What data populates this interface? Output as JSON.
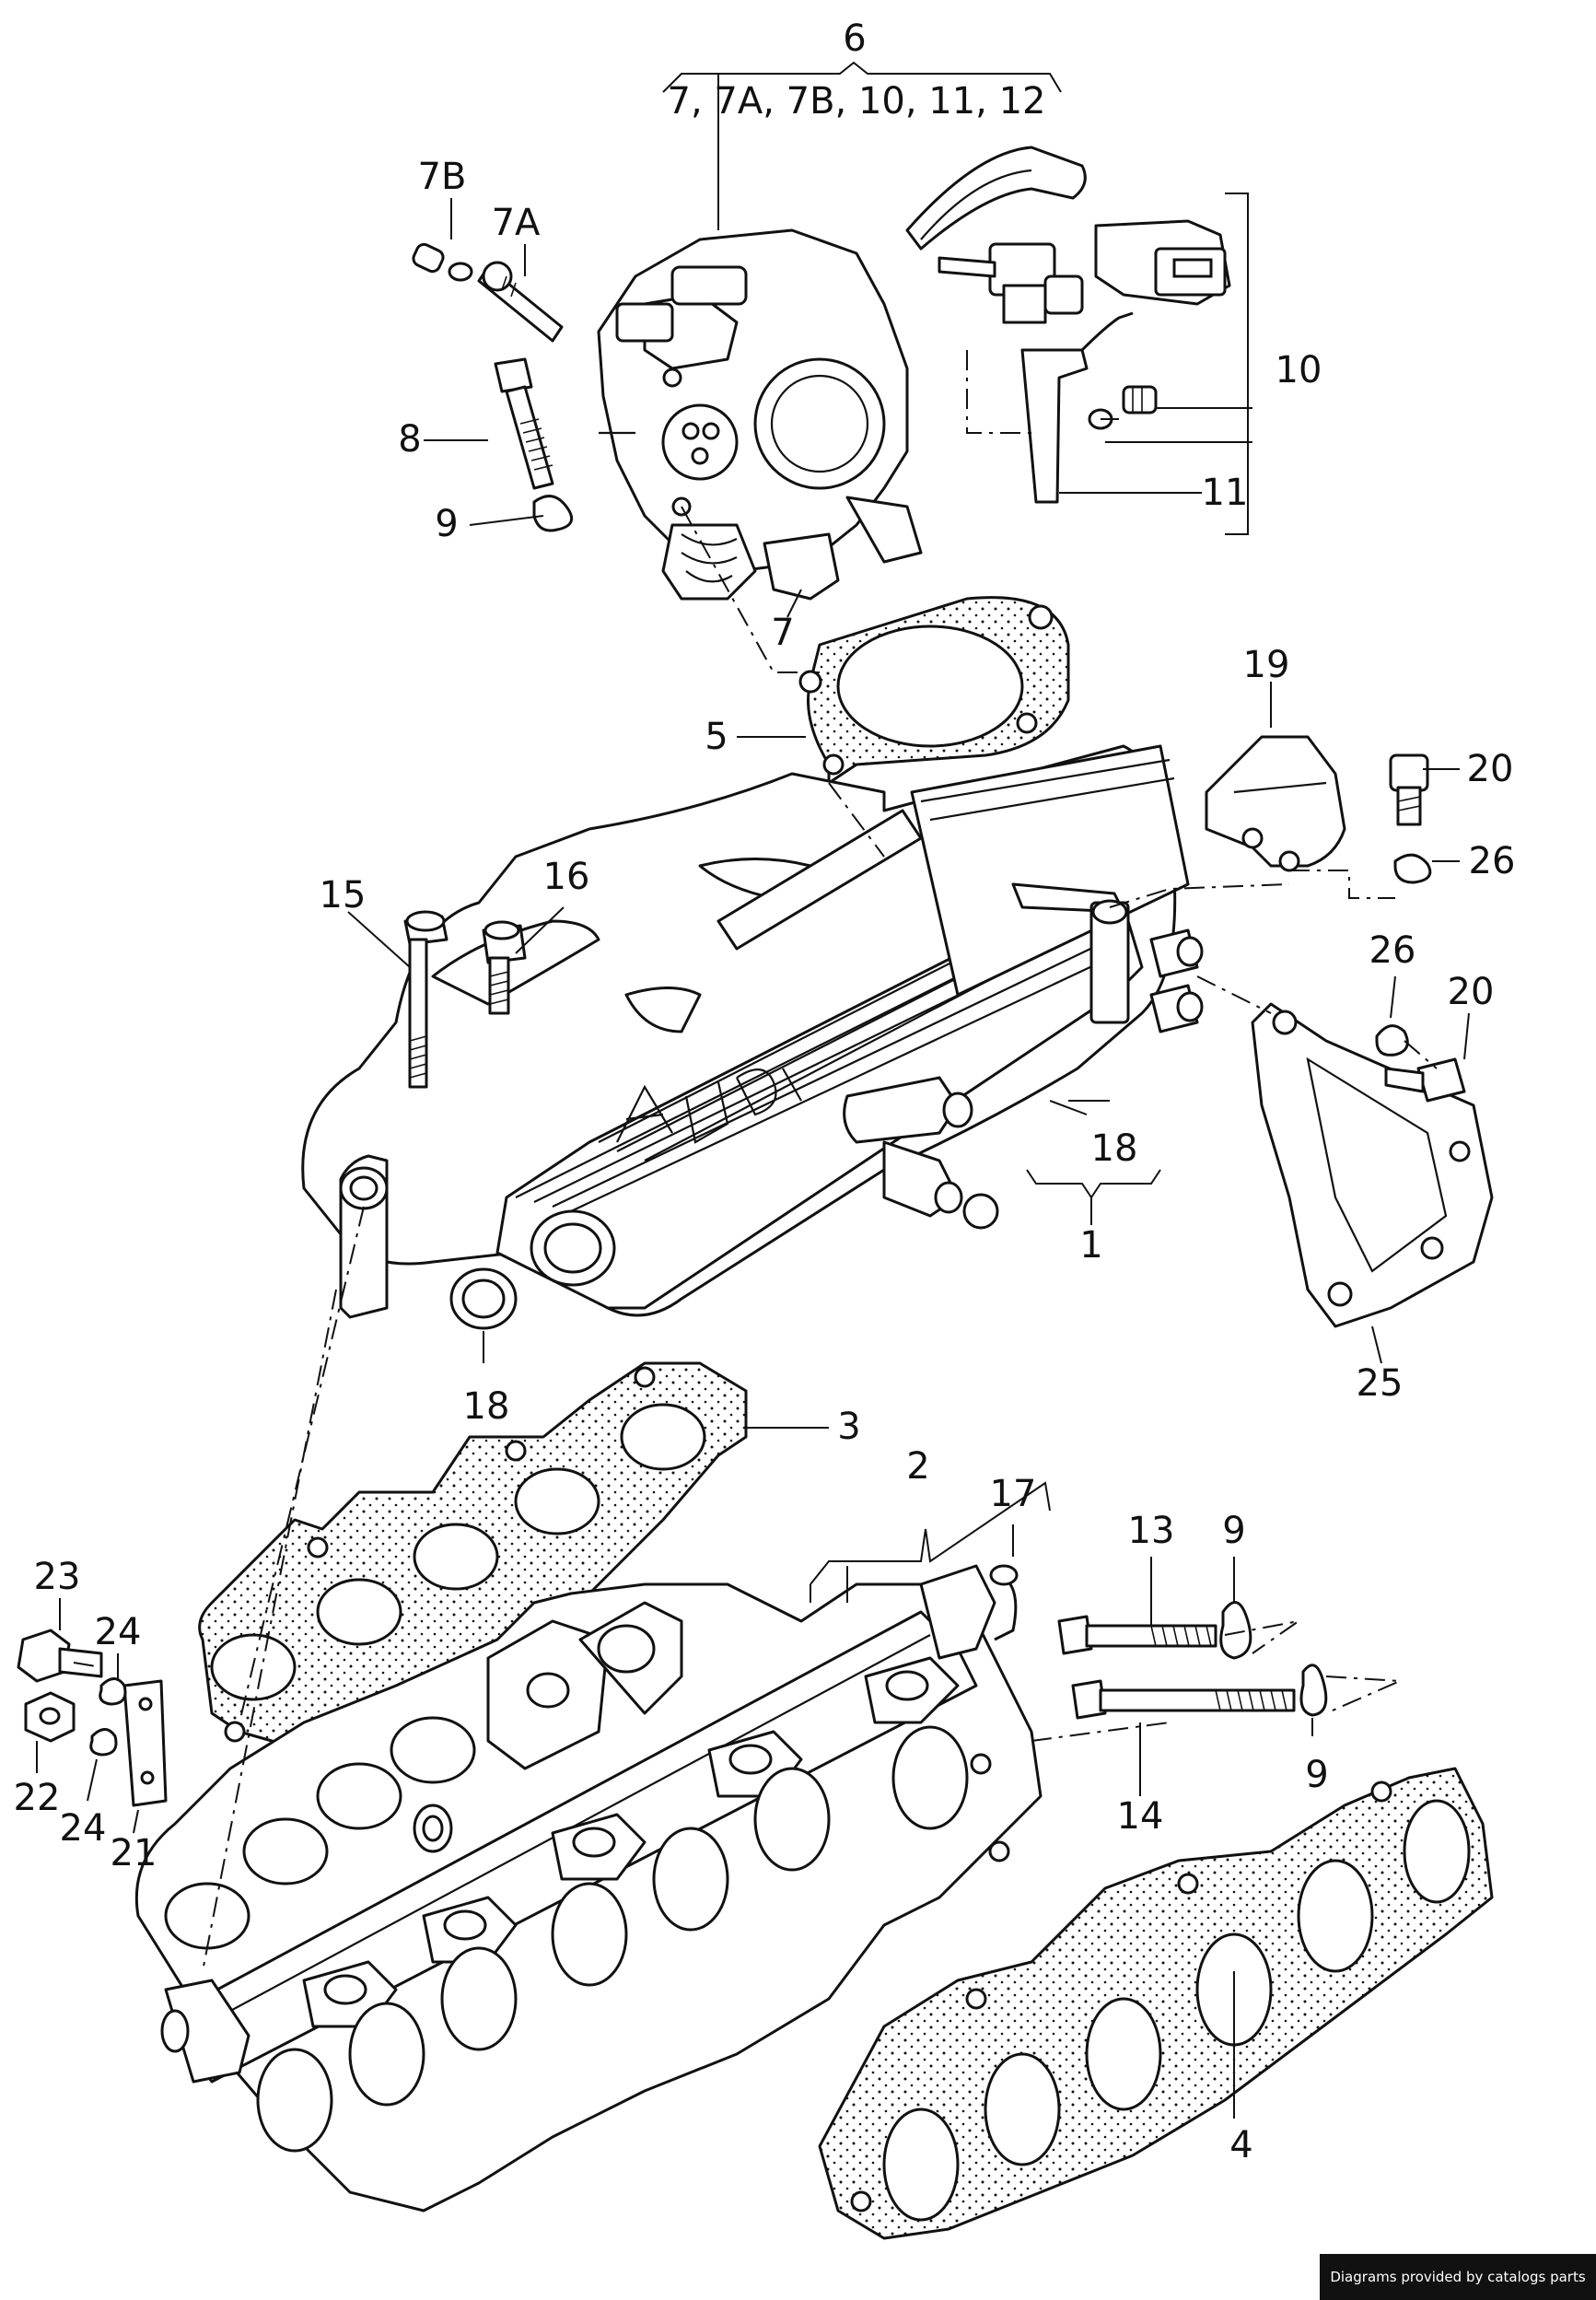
{
  "header": {
    "group_number": "6",
    "group_members": "7,  7A, 7B, 10, 11, 12"
  },
  "labels": {
    "l1": "1",
    "l2": "2",
    "l3": "3",
    "l4": "4",
    "l5": "5",
    "l7": "7",
    "l7a": "7A",
    "l7b": "7B",
    "l8": "8",
    "l9a": "9",
    "l9b": "9",
    "l9c": "9",
    "l10": "10",
    "l11": "11",
    "l13": "13",
    "l14": "14",
    "l15": "15",
    "l16": "16",
    "l17": "17",
    "l18a": "18",
    "l18b": "18",
    "l19": "19",
    "l20a": "20",
    "l20b": "20",
    "l21": "21",
    "l22": "22",
    "l23": "23",
    "l24a": "24",
    "l24b": "24",
    "l25": "25",
    "l26a": "26",
    "l26b": "26"
  },
  "credit": "Diagrams provided by catalogs parts",
  "colors": {
    "line": "#111111",
    "background": "#ffffff",
    "credit_bg": "#111111",
    "credit_text": "#ffffff"
  }
}
